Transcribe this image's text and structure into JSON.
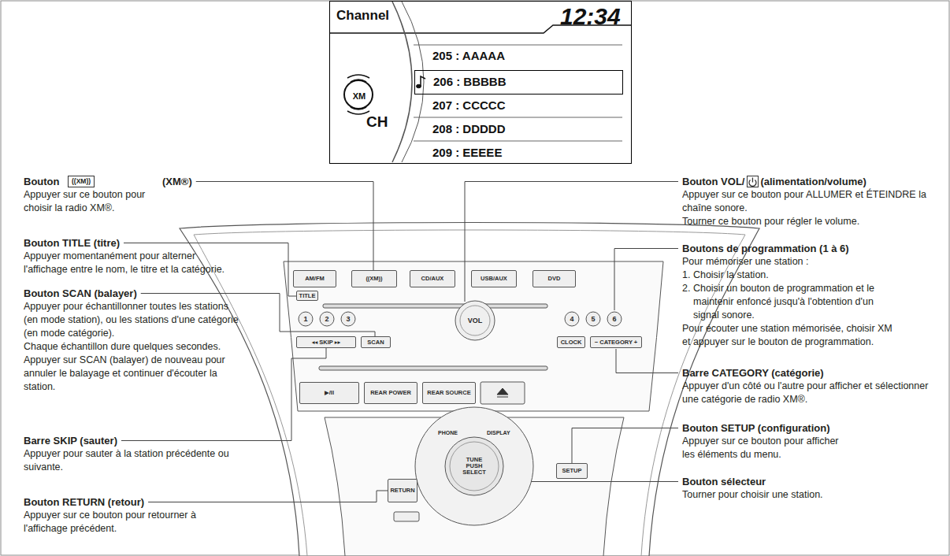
{
  "diagram": {
    "nodes": [
      {
        "text": [
          "Channel",
          "12:34",
          "205 : AAAAA",
          "207 : CCCCC",
          "208 : DDDDD",
          "209 : EEEEE",
          "XM",
          "CH"
        ]
      },
      {
        "text": [
          "206 : BBBBB"
        ],
        "in": 0
      },
      {
        "text": [
          "AM/FM"
        ]
      },
      {
        "text": [
          "((XM))"
        ]
      },
      {
        "text": [
          "CD/AUX"
        ]
      },
      {
        "text": [
          "USB/AUX"
        ]
      },
      {
        "text": [
          "DVD"
        ]
      },
      {
        "text": [
          "TITLE"
        ]
      },
      {
        "text": [
          "1"
        ]
      },
      {
        "text": [
          "2"
        ]
      },
      {
        "text": [
          "3"
        ]
      },
      {
        "text": [
          "4"
        ]
      },
      {
        "text": [
          "5"
        ]
      },
      {
        "text": [
          "6"
        ]
      },
      {
        "text": [
          "VOL"
        ]
      },
      {
        "text": [
          "◂◂ SKIP ▸▸"
        ]
      },
      {
        "text": [
          "SCAN"
        ]
      },
      {
        "text": [
          "CLOCK"
        ]
      },
      {
        "text": [
          "− CATEGORY +"
        ]
      },
      {
        "text": [
          "▶/II"
        ]
      },
      {
        "text": [
          "REAR POWER"
        ]
      },
      {
        "text": [
          "REAR SOURCE"
        ]
      },
      {
        "text": [
          "PHONE",
          "DISPLAY"
        ]
      },
      {
        "text": [
          "TUNE PUSH SELECT"
        ],
        "in": 22
      },
      {
        "text": [
          "RETURN"
        ]
      },
      {
        "text": [
          "SETUP"
        ]
      }
    ],
    "labels": [
      "Bouton",
      "((XM))",
      "(XM®)",
      "Appuyer sur ce bouton pour choisir la radio XM®.",
      "Bouton TITLE (titre)",
      "Appuyer momentanément pour alterner l'affichage entre le nom, le titre et la catégorie.",
      "Bouton SCAN (balayer)",
      "Appuyer pour échantillonner toutes les stations (en mode station), ou les stations d'une catégorie (en mode catégorie).",
      "Chaque échantillon dure quelques secondes. Appuyer sur SCAN (balayer) de nouveau pour annuler le balayage et continuer d'écouter la station.",
      "Barre SKIP (sauter)",
      "Appuyer pour sauter à la station précédente ou suivante.",
      "Bouton RETURN (retour)",
      "Appuyer sur ce bouton pour retourner à l'affichage précédent.",
      "Bouton VOL/",
      "(alimentation/volume)",
      "Appuyer sur ce bouton pour ALLUMER et ÉTEINDRE la chaîne sonore.",
      "Tourner ce bouton pour régler le volume.",
      "Boutons de programmation (1 à 6)",
      "Pour mémoriser une station :",
      "1. Choisir la station.",
      "2. Choisir un bouton de programmation et le maintenir enfoncé jusqu'à l'obtention d'un signal sonore.",
      "Pour écouter une station mémorisée, choisir XM et appuyer sur le bouton de programmation.",
      "Barre CATEGORY (catégorie)",
      "Appuyer d'un côté ou l'autre pour afficher et sélectionner une catégorie de radio XM®.",
      "Bouton SETUP (configuration)",
      "Appuyer sur ce bouton pour afficher les éléments du menu.",
      "Bouton sélecteur",
      "Tourner pour choisir une station."
    ]
  }
}
